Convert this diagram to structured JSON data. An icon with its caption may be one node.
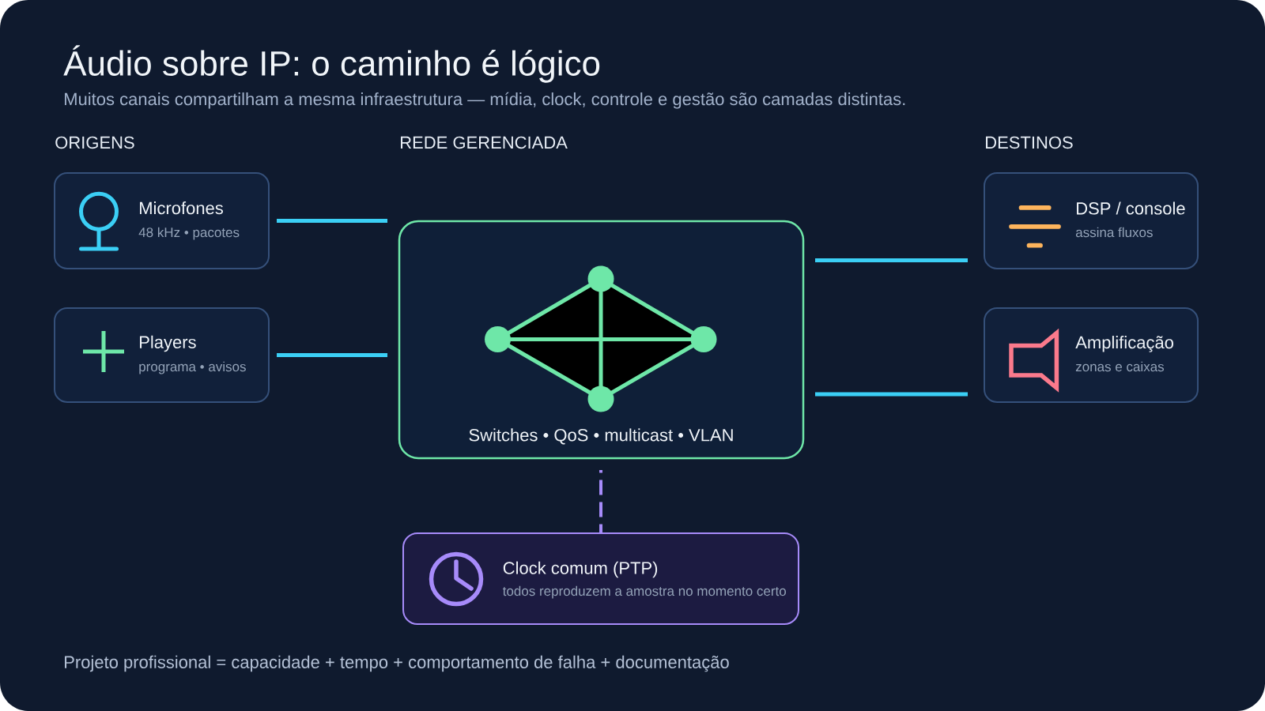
{
  "diagram": {
    "title": "Áudio sobre IP: o caminho é lógico",
    "nodes": [
      {
        "text": [
          "Microfones",
          "48 kHz • pacotes"
        ]
      },
      {
        "text": [
          "Players",
          "programa • avisos"
        ]
      },
      {
        "text": [
          "Switches • QoS • multicast • VLAN"
        ]
      },
      {
        "text": [
          "DSP / console",
          "assina fluxos"
        ]
      },
      {
        "text": [
          "Amplificação",
          "zonas e caixas"
        ]
      },
      {
        "text": [
          "Clock comum (PTP)",
          "todos reproduzem a amostra no momento certo"
        ]
      }
    ],
    "edges": [
      {
        "from": 0,
        "to": 2,
        "arrow": "none"
      },
      {
        "from": 1,
        "to": 2,
        "arrow": "none"
      },
      {
        "from": 2,
        "to": 3,
        "arrow": "none"
      },
      {
        "from": 2,
        "to": 4,
        "arrow": "none"
      },
      {
        "from": 2,
        "to": 5,
        "arrow": "none",
        "style": "dashed",
        "color": "#a78bfa"
      }
    ],
    "labels": [
      "Muitos canais compartilham a mesma infraestrutura — mídia, clock, controle e gestão são camadas distintas.",
      "ORIGENS",
      "REDE GERENCIADA",
      "DESTINOS",
      "Projeto profissional = capacidade + tempo + comportamento de falha + documentação"
    ]
  }
}
